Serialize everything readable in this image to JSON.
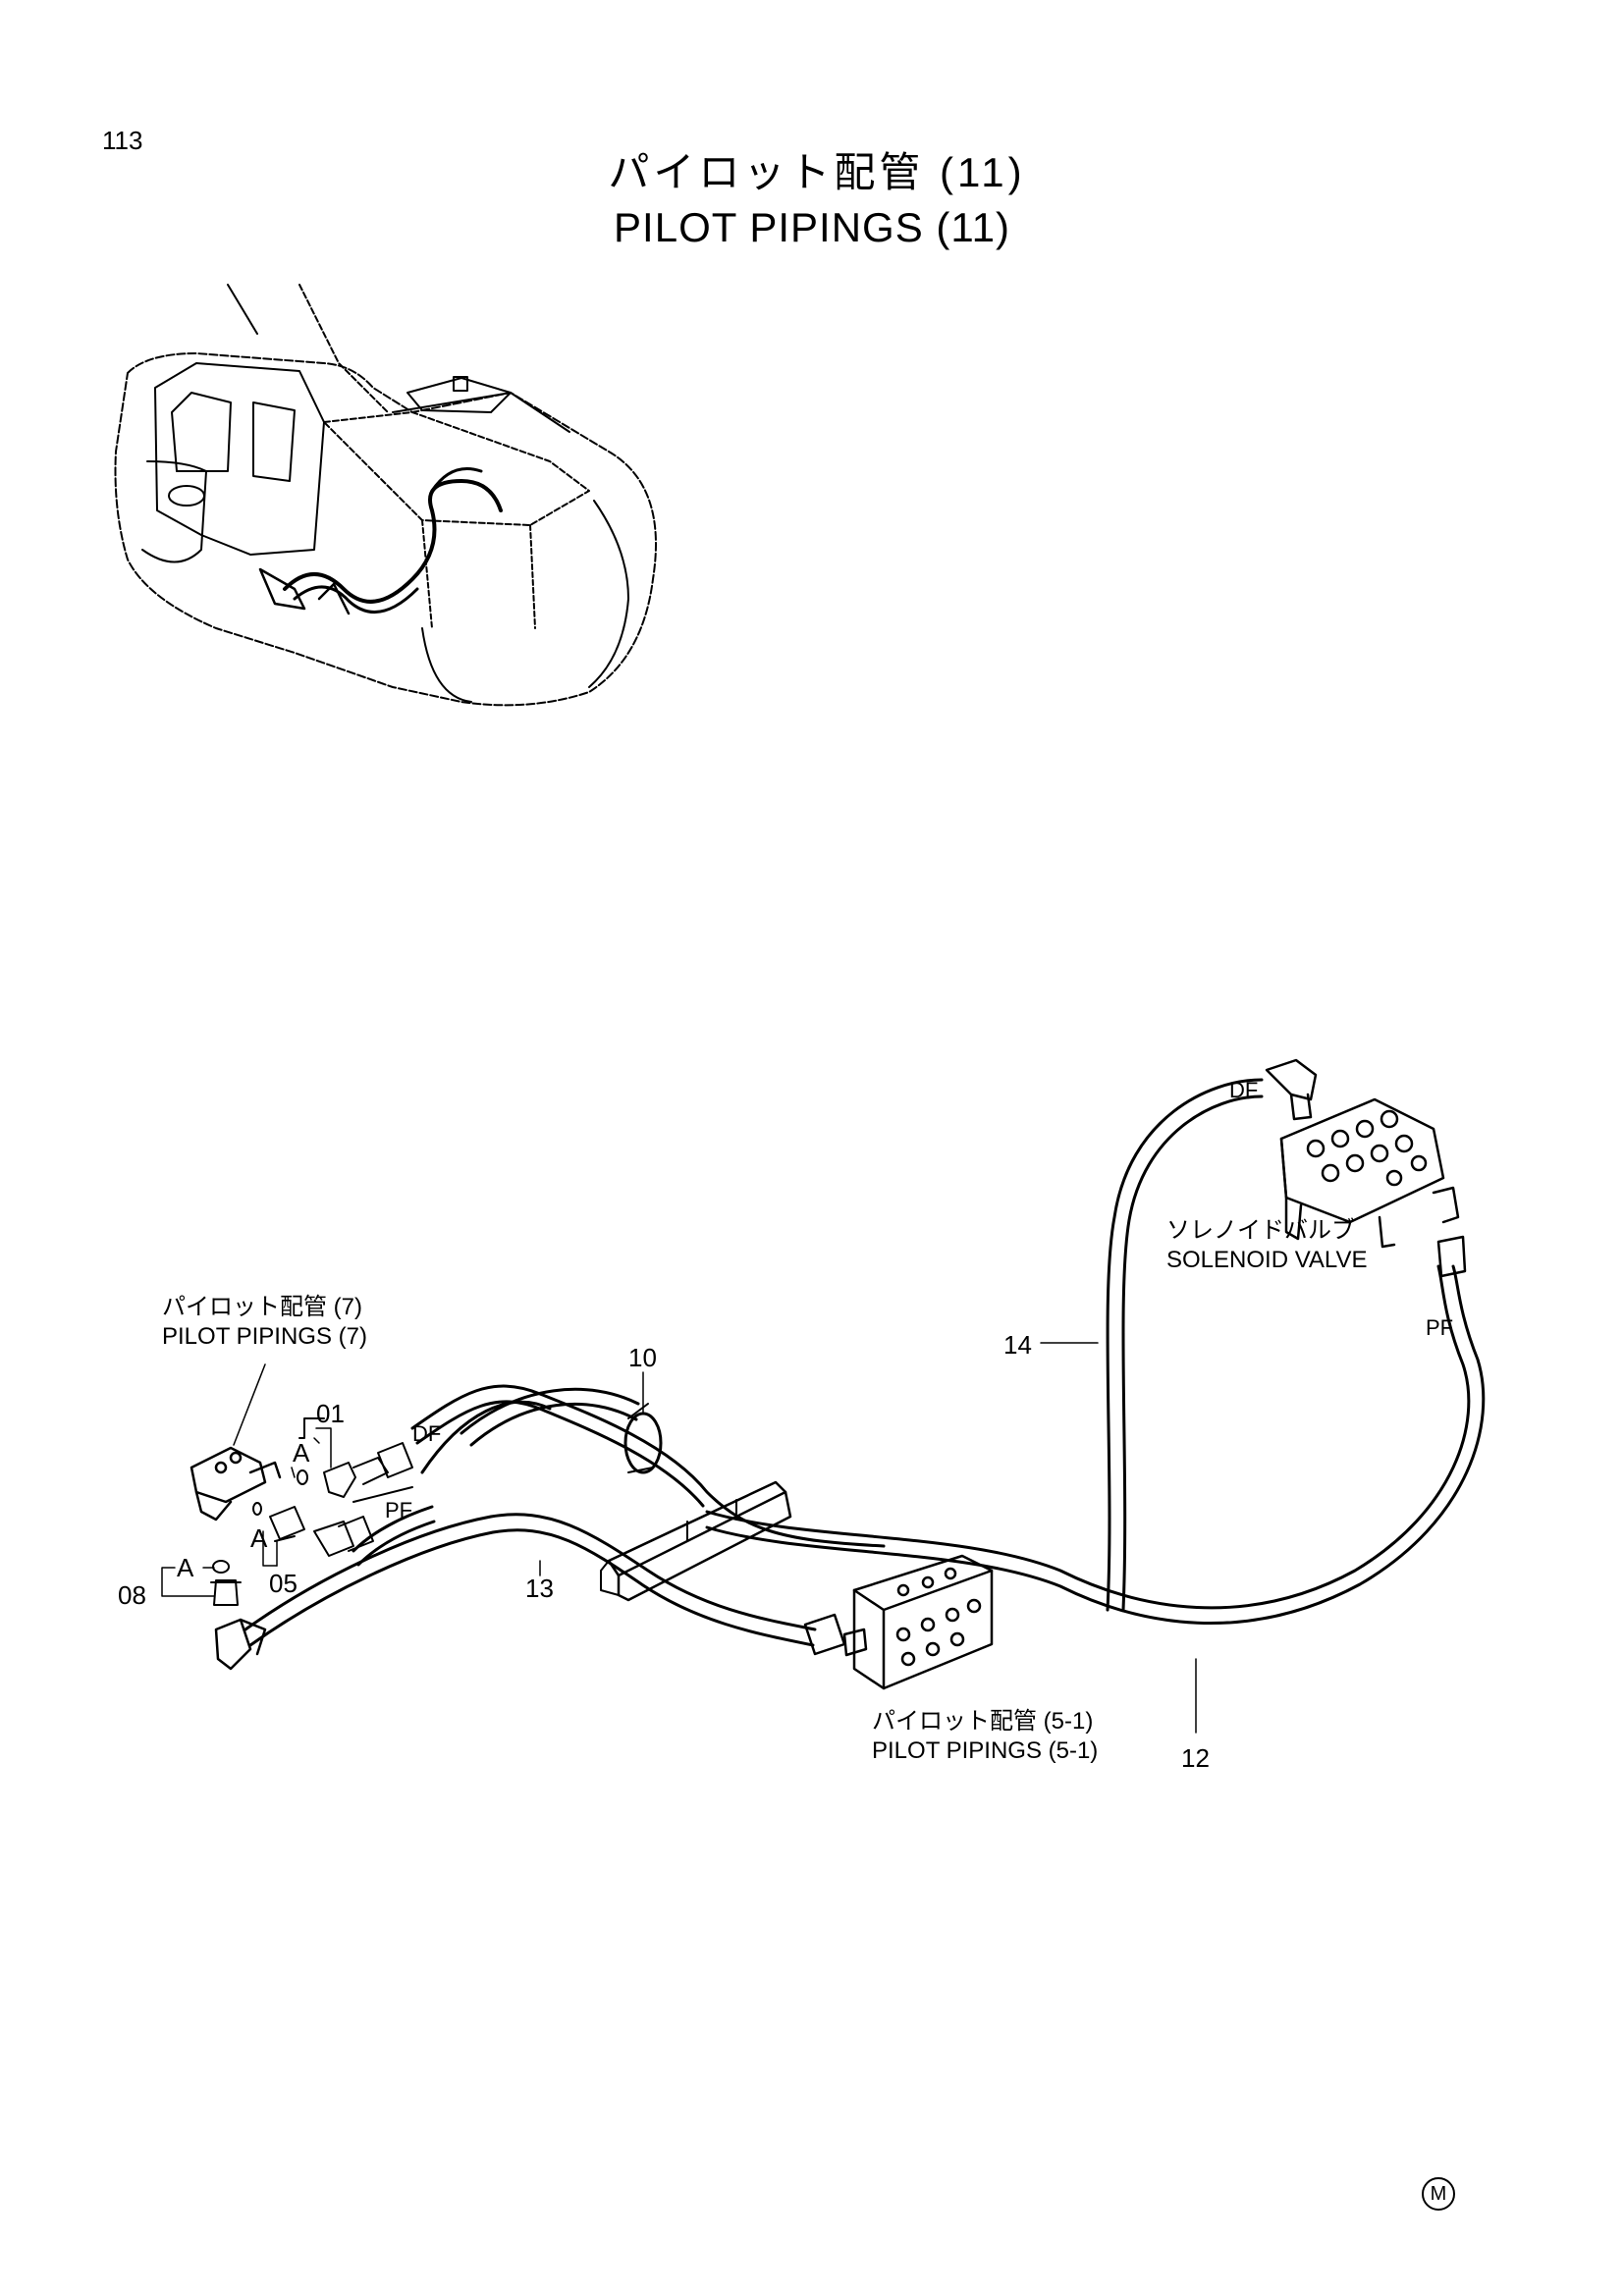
{
  "page_number": "113",
  "title": {
    "japanese": "パイロット配管 (11)",
    "english": "PILOT  PIPINGS  (11)"
  },
  "labels": {
    "solenoid_jp": "ソレノイドバルブ",
    "solenoid_en": "SOLENOID  VALVE",
    "pilot7_jp": "パイロット配管 (7)",
    "pilot7_en": "PILOT  PIPINGS (7)",
    "pilot51_jp": "パイロット配管 (5-1)",
    "pilot51_en": "PILOT  PIPINGS (5-1)"
  },
  "callouts": {
    "c01": "01",
    "c05": "05",
    "c08": "08",
    "c10": "10",
    "c12": "12",
    "c13": "13",
    "c14": "14"
  },
  "markers": {
    "a1": "A",
    "a2": "A",
    "a3": "A",
    "df1": "DF",
    "df2": "DF",
    "pf1": "PF",
    "pf2": "PF"
  },
  "footer_mark": "M"
}
